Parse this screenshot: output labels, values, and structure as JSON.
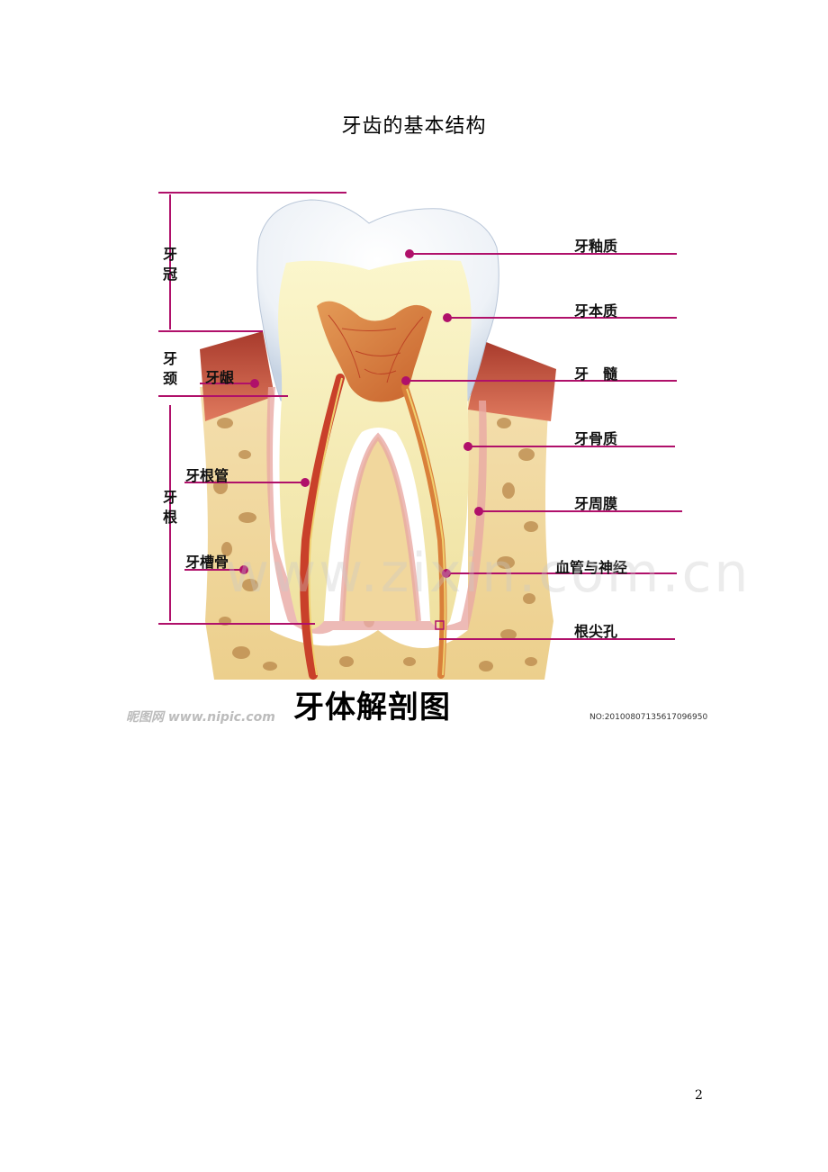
{
  "page": {
    "title": "牙齿的基本结构",
    "page_number": "2"
  },
  "figure": {
    "title": "牙体解剖图",
    "watermark_left": "昵图网 www.nipic.com",
    "watermark_center": "www.zixin.com.cn",
    "image_id": "NO:20100807135617096950",
    "left_regions": [
      {
        "text": "牙冠"
      },
      {
        "text": "牙颈"
      },
      {
        "text": "牙根"
      }
    ],
    "left_labels": [
      {
        "text": "牙龈"
      },
      {
        "text": "牙根管"
      },
      {
        "text": "牙槽骨"
      }
    ],
    "right_labels": [
      {
        "text": "牙釉质"
      },
      {
        "text": "牙本质"
      },
      {
        "text": "牙　髓"
      },
      {
        "text": "牙骨质"
      },
      {
        "text": "牙周膜"
      },
      {
        "text": "血管与神经"
      },
      {
        "text": "根尖孔"
      }
    ],
    "colors": {
      "leader_line": "#b0106a",
      "bracket_line": "#b0106a",
      "enamel": "#eef2f7",
      "dentin": "#f6efb8",
      "pulp": "#d9803a",
      "gum": "#c84d3c",
      "bone": "#f1d79d",
      "bone_pores": "#b9874a",
      "membrane": "#e9a9a4",
      "canal": "#c9402a"
    }
  }
}
